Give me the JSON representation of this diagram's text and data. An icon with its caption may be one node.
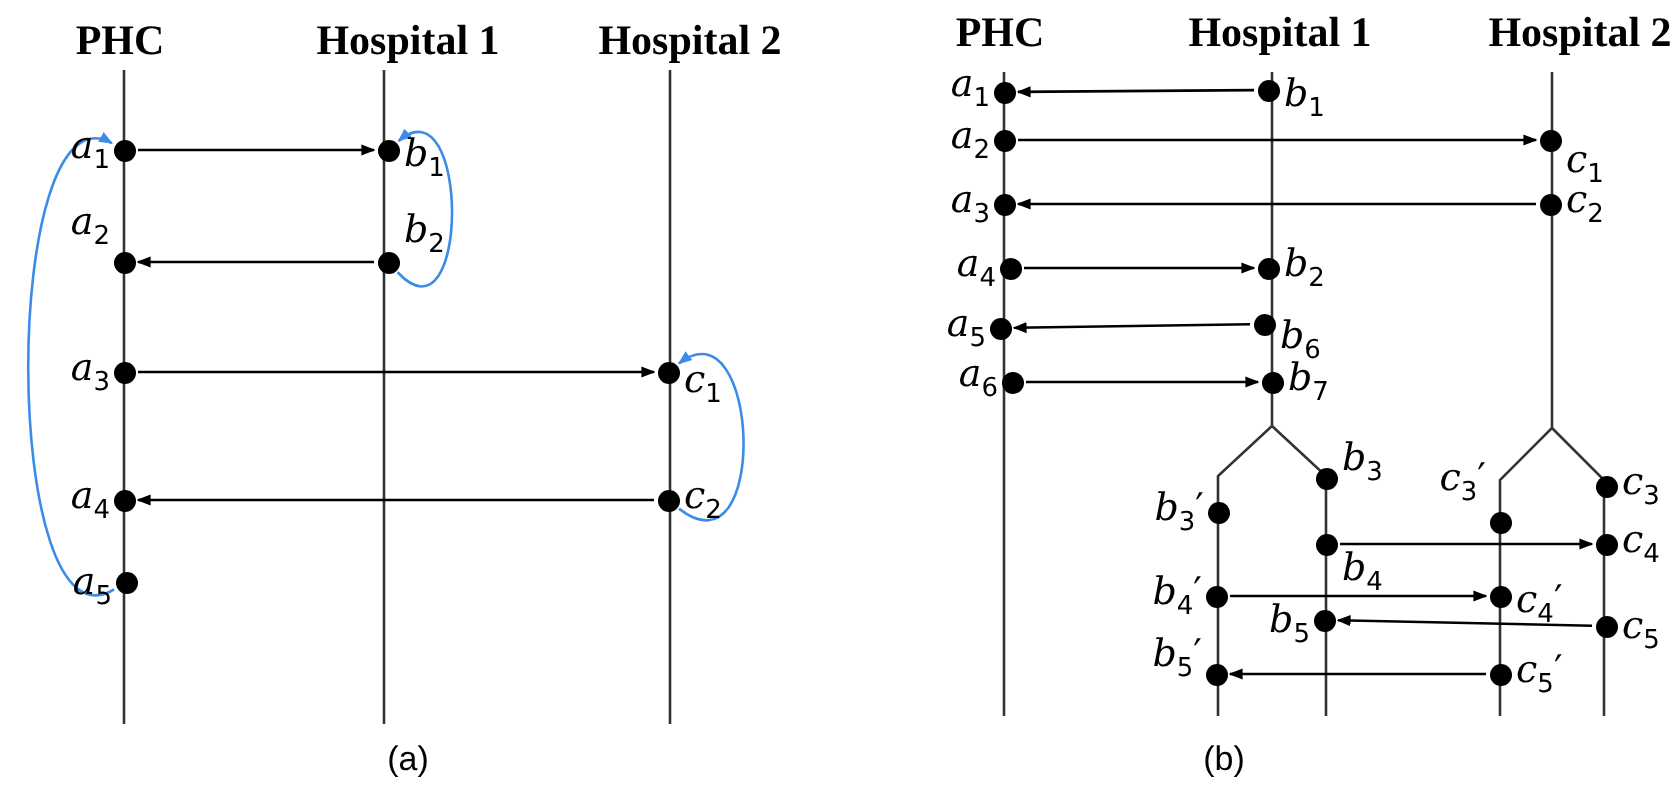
{
  "diagram": {
    "nodes": [
      {
        "text": [
          "*a*$_{1}$"
        ]
      },
      {
        "text": [
          "*b*$_{1}$"
        ]
      },
      {
        "text": [
          "*a*$_{2}$"
        ]
      },
      {
        "text": [
          "*b*$_{2}$"
        ]
      },
      {
        "text": [
          "*a*$_{3}$"
        ]
      },
      {
        "text": [
          "*c*$_{1}$"
        ]
      },
      {
        "text": [
          "*a*$_{4}$"
        ]
      },
      {
        "text": [
          "*c*$_{2}$"
        ]
      },
      {
        "text": [
          "*a*$_{5}$"
        ]
      },
      {
        "text": [
          "*a*$_{1}$"
        ]
      },
      {
        "text": [
          "*b*$_{1}$"
        ]
      },
      {
        "text": [
          "*a*$_{2}$"
        ]
      },
      {
        "text": [
          "*c*$_{1}$"
        ]
      },
      {
        "text": [
          "*a*$_{3}$"
        ]
      },
      {
        "text": [
          "*c*$_{2}$"
        ]
      },
      {
        "text": [
          "*a*$_{4}$"
        ]
      },
      {
        "text": [
          "*b*$_{2}$"
        ]
      },
      {
        "text": [
          "*a*$_{5}$"
        ]
      },
      {
        "text": [
          "*b*$_{6}$"
        ]
      },
      {
        "text": [
          "*a*$_{6}$"
        ]
      },
      {
        "text": [
          "*b*$_{7}$"
        ]
      },
      {
        "text": [
          "*b*$_{3}$"
        ]
      },
      {
        "text": [
          "*c*$_{3}$"
        ]
      },
      {
        "text": [
          "*b*$_{3}$′"
        ]
      },
      {
        "text": [
          "*c*$_{3}$′"
        ]
      },
      {
        "text": [
          "*b*$_{4}$"
        ]
      },
      {
        "text": [
          "*c*$_{4}$"
        ]
      },
      {
        "text": [
          "*b*$_{4}$′"
        ]
      },
      {
        "text": [
          "*c*$_{4}$′"
        ]
      },
      {
        "text": [
          "*b*$_{5}$"
        ]
      },
      {
        "text": [
          "*c*$_{5}$"
        ]
      },
      {
        "text": [
          "*b*$_{5}$′"
        ]
      },
      {
        "text": [
          "*c*$_{5}$′"
        ]
      }
    ],
    "edges": [
      {
        "from": 0,
        "to": 1,
        "arrow": "to"
      },
      {
        "from": 3,
        "to": 2,
        "arrow": "to"
      },
      {
        "from": 4,
        "to": 5,
        "arrow": "to"
      },
      {
        "from": 7,
        "to": 6,
        "arrow": "to"
      },
      {
        "from": 8,
        "to": 0,
        "arrow": "to",
        "color": "#3c8ce7"
      },
      {
        "from": 3,
        "to": 1,
        "arrow": "to",
        "color": "#3c8ce7"
      },
      {
        "from": 7,
        "to": 5,
        "arrow": "to",
        "color": "#3c8ce7"
      },
      {
        "from": 10,
        "to": 9,
        "arrow": "to"
      },
      {
        "from": 11,
        "to": 12,
        "arrow": "to"
      },
      {
        "from": 14,
        "to": 13,
        "arrow": "to"
      },
      {
        "from": 15,
        "to": 16,
        "arrow": "to"
      },
      {
        "from": 18,
        "to": 17,
        "arrow": "to"
      },
      {
        "from": 19,
        "to": 20,
        "arrow": "to"
      },
      {
        "from": 25,
        "to": 26,
        "arrow": "to"
      },
      {
        "from": 27,
        "to": 28,
        "arrow": "to"
      },
      {
        "from": 30,
        "to": 29,
        "arrow": "to"
      },
      {
        "from": 32,
        "to": 31,
        "arrow": "to"
      }
    ],
    "labels": [
      "PHC",
      "Hospital 1",
      "Hospital 2",
      "PHC",
      "Hospital 1",
      "Hospital 2",
      "(a)",
      "(b)"
    ]
  }
}
